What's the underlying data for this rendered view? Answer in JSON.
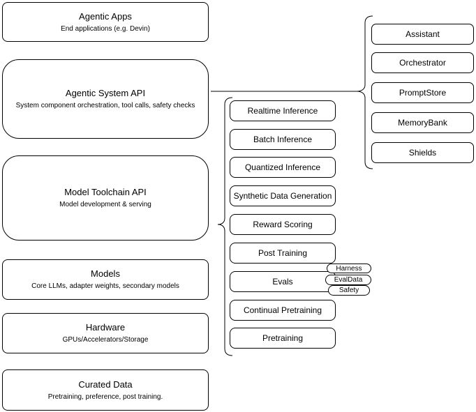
{
  "diagram": {
    "stack": [
      {
        "title": "Agentic Apps",
        "subtitle": "End applications (e.g. Devin)"
      },
      {
        "title": "Agentic System API",
        "subtitle": "System component orchestration, tool calls, safety checks"
      },
      {
        "title": "Model Toolchain API",
        "subtitle": "Model development & serving"
      },
      {
        "title": "Models",
        "subtitle": "Core LLMs, adapter weights, secondary models"
      },
      {
        "title": "Hardware",
        "subtitle": "GPUs/Accelerators/Storage"
      },
      {
        "title": "Curated Data",
        "subtitle": "Pretraining, preference, post training."
      }
    ],
    "pipeline": [
      "Realtime Inference",
      "Batch Inference",
      "Quantized Inference",
      "Synthetic Data Generation",
      "Reward Scoring",
      "Post Training",
      "Evals",
      "Continual Pretraining",
      "Pretraining"
    ],
    "eval_tags": [
      "Harness",
      "EvalData",
      "Safety"
    ],
    "system_components": [
      "Assistant",
      "Orchestrator",
      "PromptStore",
      "MemoryBank",
      "Shields"
    ],
    "colors": {
      "stroke": "#000000",
      "fill": "#ffffff",
      "background": "#ffffff"
    }
  }
}
